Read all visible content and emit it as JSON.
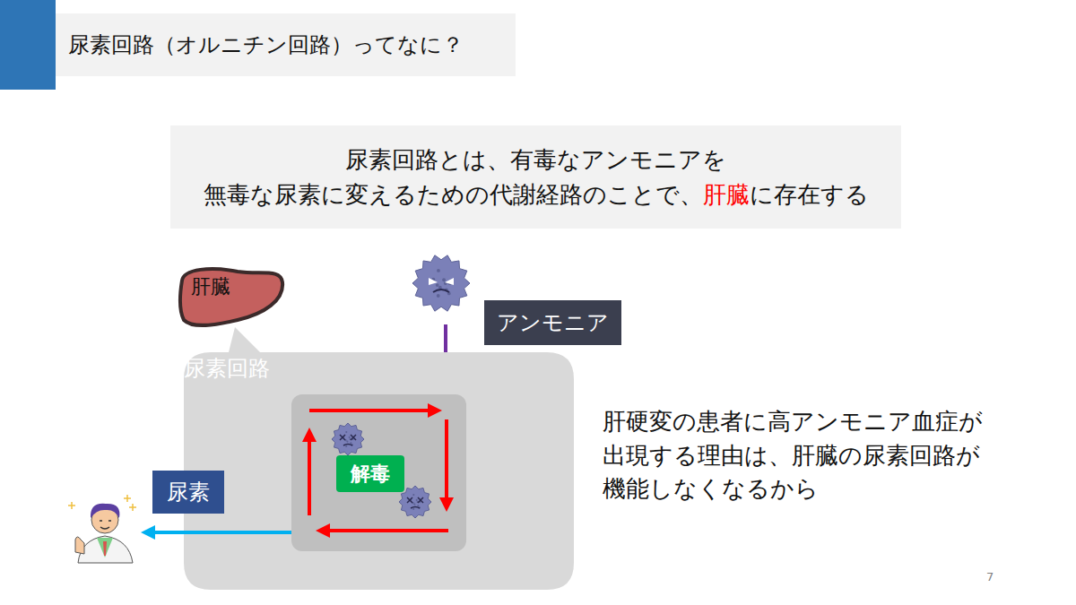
{
  "diagram": {
    "title": "尿素回路（オルニチン回路）ってなに？",
    "nodes": [
      {
        "text": [
          "尿素回路とは、有毒なアンモニアを 無毒な尿素に変えるための代謝経路のことで、肝臓に存在する"
        ]
      },
      {
        "text": [
          "肝臓"
        ]
      },
      {
        "text": [
          "尿素回路"
        ]
      },
      {
        "text": [
          "解毒"
        ],
        "in": 2
      },
      {
        "text": [
          "アンモニア"
        ]
      },
      {
        "text": [
          "尿素"
        ]
      }
    ],
    "labels": [
      "肝硬変の患者に高アンモニア血症が 出現する理由は、肝臓の尿素回路が 機能しなくなるから",
      "7"
    ]
  }
}
